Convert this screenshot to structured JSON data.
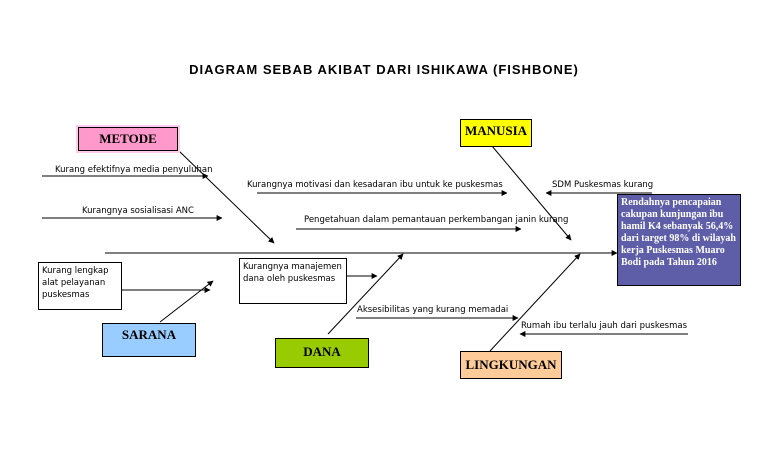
{
  "title": "DIAGRAM SEBAB AKIBAT DARI ISHIKAWA (FISHBONE)",
  "colors": {
    "metode": "#ff99cc",
    "manusia": "#ffff00",
    "sarana": "#99ccff",
    "dana": "#99cc00",
    "lingkungan": "#ffcc99",
    "effect": "#5e5ea8"
  },
  "categories": {
    "metode": "METODE",
    "manusia": "MANUSIA",
    "sarana": "SARANA",
    "dana": "DANA",
    "lingkungan": "LINGKUNGAN"
  },
  "causes": {
    "metode_1": "Kurang efektifnya media penyuluhan",
    "metode_2": "Kurangnya sosialisasi ANC",
    "manusia_1": "Kurangnya motivasi dan kesadaran ibu  untuk ke puskesmas",
    "manusia_2": "SDM Puskesmas kurang",
    "manusia_3": "Pengetahuan dalam pemantauan perkembangan janin kurang",
    "sarana_1": "Kurang lengkap alat pelayanan puskesmas",
    "dana_1": "Kurangnya manajemen dana oleh puskesmas",
    "dana_2": "Aksesibilitas yang kurang memadai",
    "lingkungan_1": "Rumah ibu terlalu jauh dari puskesmas"
  },
  "effect": "Rendahnya pencapaian cakupan kunjungan ibu hamil K4 sebanyak 56,4% dari target 98% di wilayah kerja Puskesmas Muaro Bodi pada Tahun 2016"
}
